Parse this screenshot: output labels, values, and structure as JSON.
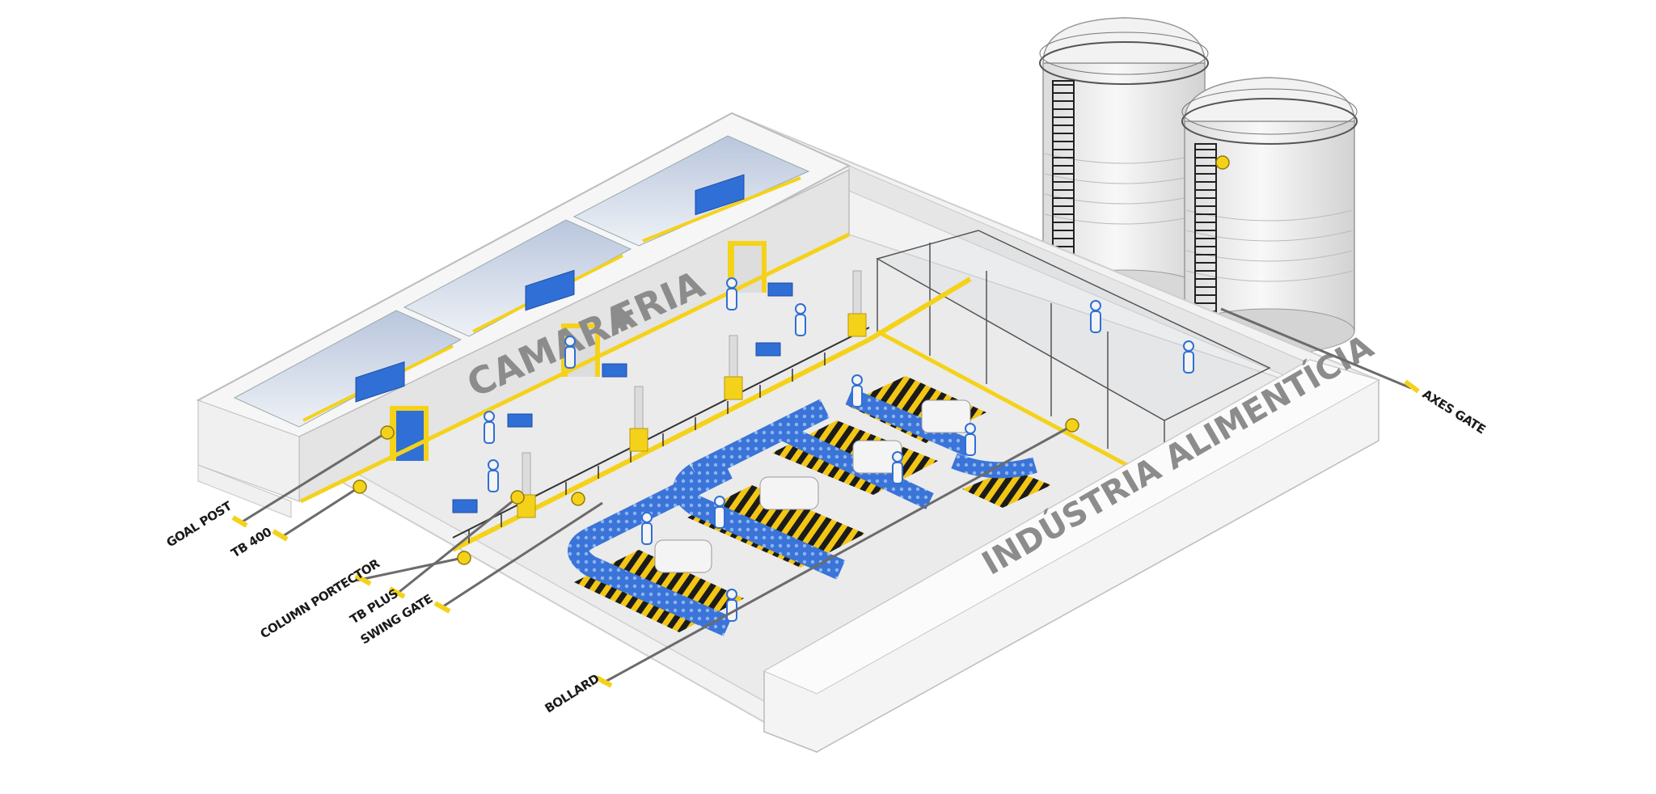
{
  "labels": {
    "camara": "CAMARA",
    "fria": "FRIA",
    "industria": "INDÚSTRIA ALIMENTÍCIA"
  },
  "callouts": {
    "goal_post": "GOAL POST",
    "tb_400": "TB 400",
    "column_protector": "COLUMN PORTECTOR",
    "tb_plus": "TB PLUS",
    "swing_gate": "SWING GATE",
    "bollard": "BOLLARD",
    "axes_gate": "AXES GATE"
  },
  "colors": {
    "accent_yellow": "#f5d21a",
    "product_blue": "#2f6fd6",
    "wall_grey": "#e9e9e9",
    "floor_grey": "#eeeeee",
    "line_grey": "#6b6b6b"
  }
}
